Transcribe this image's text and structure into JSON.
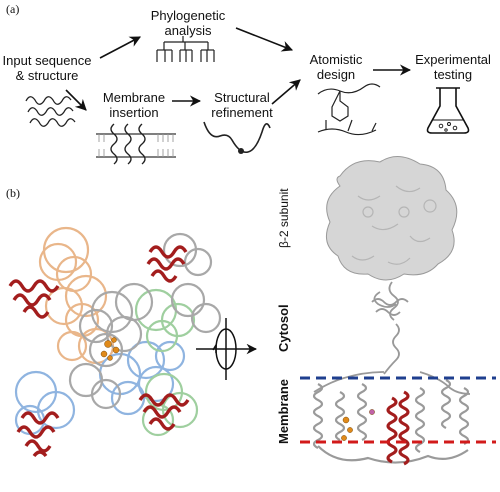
{
  "panel_a": {
    "label": "(a)",
    "steps": {
      "input": [
        "Input sequence",
        "& structure"
      ],
      "phylo": [
        "Phylogenetic",
        "analysis"
      ],
      "membrane": [
        "Membrane",
        "insertion"
      ],
      "refinement": [
        "Structural",
        "refinement"
      ],
      "atomistic": [
        "Atomistic",
        "design"
      ],
      "experimental": [
        "Experimental",
        "testing"
      ]
    }
  },
  "panel_b": {
    "label": "(b)",
    "side_labels": {
      "beta": "β-2 subunit",
      "cytosol": "Cytosol",
      "membrane": "Membrane"
    }
  },
  "colors": {
    "red_helix": "#a31d1d",
    "orange_helix": "#e9b68a",
    "blue_helix": "#8fb4e0",
    "green_helix": "#9fcf9f",
    "gray_helix": "#b0b0b0",
    "surface": "#d6d6d6",
    "dashed_blue": "#1f3f8f",
    "dashed_red": "#d21a1a",
    "ion": "#e08a1a"
  }
}
